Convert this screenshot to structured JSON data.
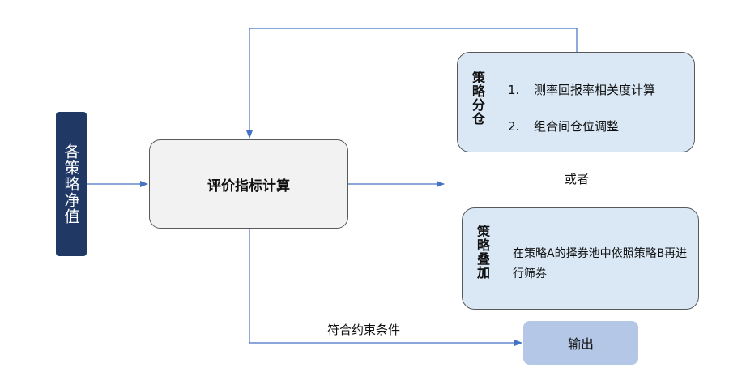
{
  "nodes": {
    "input": "各策略净值",
    "calc": "评价指标计算",
    "split": {
      "title": "策略分仓",
      "items": [
        {
          "num": "1.",
          "text": "测率回报率相关度计算"
        },
        {
          "num": "2.",
          "text": "组合间仓位调整"
        }
      ]
    },
    "or": "或者",
    "overlay": {
      "title": "策略叠加",
      "text": "在策略A的择券池中依照策略B再进行筛券"
    },
    "condition": "符合约束条件",
    "output": "输出"
  },
  "colors": {
    "input_fill": "#1f3864",
    "calc_fill": "#f2f2f2",
    "strategy_fill": "#dae8f6",
    "output_fill": "#b4c7e7",
    "arrow": "#4472c4"
  }
}
